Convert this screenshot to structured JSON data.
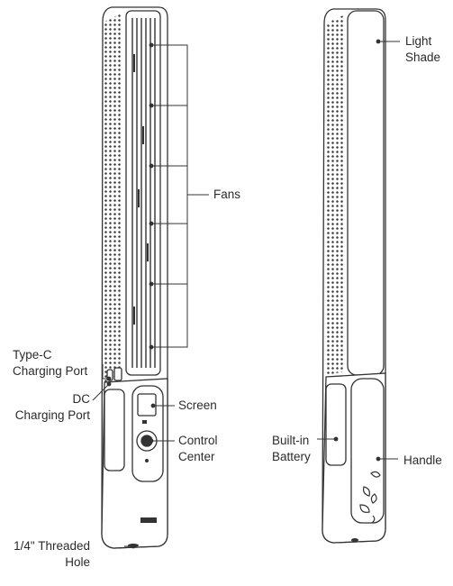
{
  "labels": {
    "fans": "Fans",
    "type_c": [
      "Type-C",
      "Charging Port"
    ],
    "dc": [
      "DC",
      "Charging Port"
    ],
    "screen": "Screen",
    "control": [
      "Control",
      "Center"
    ],
    "threaded": [
      "1/4\" Threaded",
      "Hole"
    ],
    "light_shade": [
      "Light",
      "Shade"
    ],
    "battery": [
      "Built-in",
      "Battery"
    ],
    "handle": "Handle"
  },
  "colors": {
    "line": "#333333",
    "body": "#ffffff",
    "dots": "#3a3a3a"
  }
}
